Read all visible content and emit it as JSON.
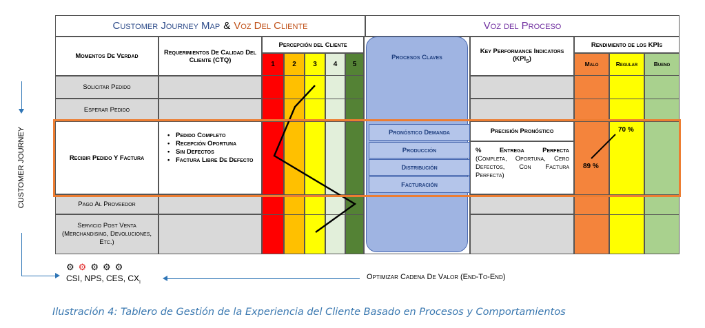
{
  "header": {
    "left_title_a": "Customer Journey Map",
    "left_title_amp": "&",
    "left_title_b": "Voz Del Cliente",
    "right_title": "Voz del Proceso"
  },
  "columns": {
    "momentos": "Momentos De Verdad",
    "ctq": "Requerimientos De Calidad Del Cliente (CTQ)",
    "percepcion": "Percepción del Cliente",
    "scale": [
      "1",
      "2",
      "3",
      "4",
      "5"
    ],
    "procesos": "Procesos Claves",
    "kpi": "Key Performance Indicators (KPIs)",
    "kpi_sub": "S",
    "rendimiento": "Rendimiento de los KPIs",
    "malo": "Malo",
    "regular": "Regular",
    "bueno": "Bueno"
  },
  "rows": {
    "solicitar": "Solicitar Pedido",
    "esperar": "Esperar Pedido",
    "recibir": "Recibir Pedido Y Factura",
    "pago": "Pago Al Proveedor",
    "servicio": "Servicio Post Venta (Merchandising, Devoluciones, Etc.)"
  },
  "ctq_items": [
    "Pedido Completo",
    "Recepción Oportuna",
    "Sin Defectos",
    "Factura Libre De Defecto"
  ],
  "procesos": [
    "Pronóstico Demanda",
    "Producción",
    "Distribución",
    "Facturación"
  ],
  "kpis": {
    "k1": "Precisión Pronóstico",
    "k2_title": "% Entrega Perfecta",
    "k2_desc": "(Completa, Oportuna, Cero Defectos, Con Factura Perfecta)",
    "v1": "70 %",
    "v2": "89 %"
  },
  "side_label": "CUSTOMER JOURNEY",
  "metrics": "CSI, NPS, CES, CX",
  "metrics_sub": "I",
  "optimize": "Optimizar Cadena De Valor (End-To-End)",
  "caption": "Ilustración 4: Tablero de Gestión de la Experiencia del Cliente Basado en Procesos y Comportamientos",
  "colors": {
    "title_blue": "#2e4c8a",
    "title_orange": "#c0521a",
    "red": "#ff0000",
    "orange": "#ffc000",
    "yellow": "#ffff00",
    "pale": "#e2efda",
    "green": "#548235",
    "malo": "#f4843c",
    "bueno": "#a9d18e",
    "grey": "#d9d9d9",
    "process_blue": "#9fb4e2",
    "highlight": "#ed7d31"
  }
}
